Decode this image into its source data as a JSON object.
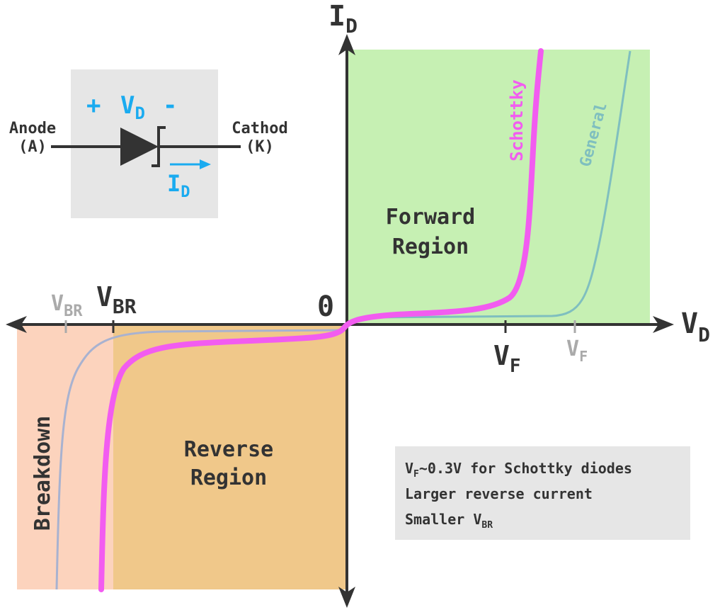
{
  "axes": {
    "y_label": "I",
    "y_label_sub": "D",
    "x_label": "V",
    "x_label_sub": "D",
    "origin_label": "0"
  },
  "regions": {
    "forward_line1": "Forward",
    "forward_line2": "Region",
    "reverse_line1": "Reverse",
    "reverse_line2": "Region",
    "breakdown": "Breakdown"
  },
  "curves": {
    "schottky_label": "Schottky",
    "general_label": "General"
  },
  "markers": {
    "vbr_schottky_main": "V",
    "vbr_schottky_sub": "BR",
    "vbr_general_main": "V",
    "vbr_general_sub": "BR",
    "vf_schottky_main": "V",
    "vf_schottky_sub": "F",
    "vf_general_main": "V",
    "vf_general_sub": "F"
  },
  "schematic": {
    "anode": "Anode",
    "anode_pin": "(A)",
    "cathode": "Cathod",
    "cathode_pin": "(K)",
    "plus": "+",
    "vd_main": "V",
    "vd_sub": "D",
    "minus": "-",
    "id_main": "I",
    "id_sub": "D"
  },
  "notes": {
    "line1_main": "V",
    "line1_sub": "F",
    "line1_rest": "~0.3V for Schottky diodes",
    "line2": "Larger reverse current",
    "line3_main": "Smaller V",
    "line3_sub": "BR"
  },
  "colors": {
    "forward_region": "#c6f0b3",
    "reverse_region": "#f0c88a",
    "breakdown_region": "#fcd3bd",
    "schottky": "#f25cf0",
    "general": "#7fbfbf",
    "general_reverse": "#a8b2d0",
    "accent_blue": "#1aabf0",
    "axis": "#333333",
    "inactive_label": "#aaaaaa",
    "panel_bg": "#e6e6e6"
  }
}
